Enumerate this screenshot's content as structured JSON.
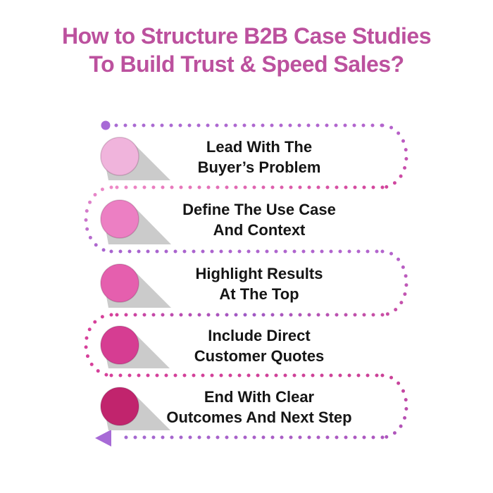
{
  "title": {
    "line1": "How to Structure B2B Case Studies",
    "line2": "To Build Trust & Speed Sales?",
    "color": "#bc519e"
  },
  "steps": [
    {
      "line1": "Lead With The",
      "line2": "Buyer’s Problem",
      "circle_color": "#f0b4dc"
    },
    {
      "line1": "Define The Use Case",
      "line2": "And Context",
      "circle_color": "#ec7fc3"
    },
    {
      "line1": "Highlight Results",
      "line2": "At The Top",
      "circle_color": "#e55fae"
    },
    {
      "line1": "Include Direct",
      "line2": "Customer Quotes",
      "circle_color": "#d63d92"
    },
    {
      "line1": "End With Clear",
      "line2": "Outcomes And Next Step",
      "circle_color": "#c1246d"
    }
  ],
  "path": {
    "dot_colors": {
      "purple": "#a96bd3",
      "violet": "#b364cd",
      "magenta": "#d2459c",
      "pink": "#ee8ac7",
      "purple2": "#a763cf",
      "mauve": "#c94ea4",
      "deep_purple": "#9e59c6",
      "magenta2": "#d6409a",
      "magenta3": "#cb4197",
      "orchid": "#ad57be",
      "purple3": "#a46ad2"
    },
    "start_dot_color": "#a76ad6",
    "arrow_color": "#a76ad6"
  },
  "shadow_color": "#cbcbcb",
  "text_color": "#151515"
}
